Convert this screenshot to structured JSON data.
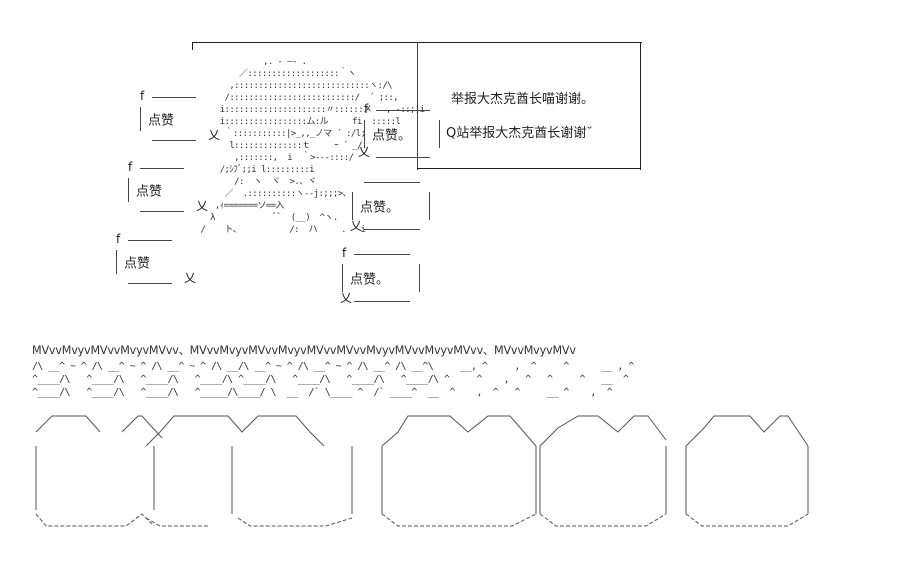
{
  "panel": {
    "line1": "举报大杰克酋长喵谢谢。",
    "line2": "Q站举报大杰克酋长谢谢˘"
  },
  "bubbles": [
    {
      "label": "点赞"
    },
    {
      "label": "点赞"
    },
    {
      "label": "点赞"
    },
    {
      "label": "点赞。"
    },
    {
      "label": "点赞。"
    },
    {
      "label": "点赞。"
    }
  ],
  "banner": {
    "text": "MVvvMvyvMVvvMvyvMVvv、MVvvMvyvMVvvMvyvMVvvMVvvMvyvMVvvMvyvMVvv、MVvvMvyvMVv"
  }
}
